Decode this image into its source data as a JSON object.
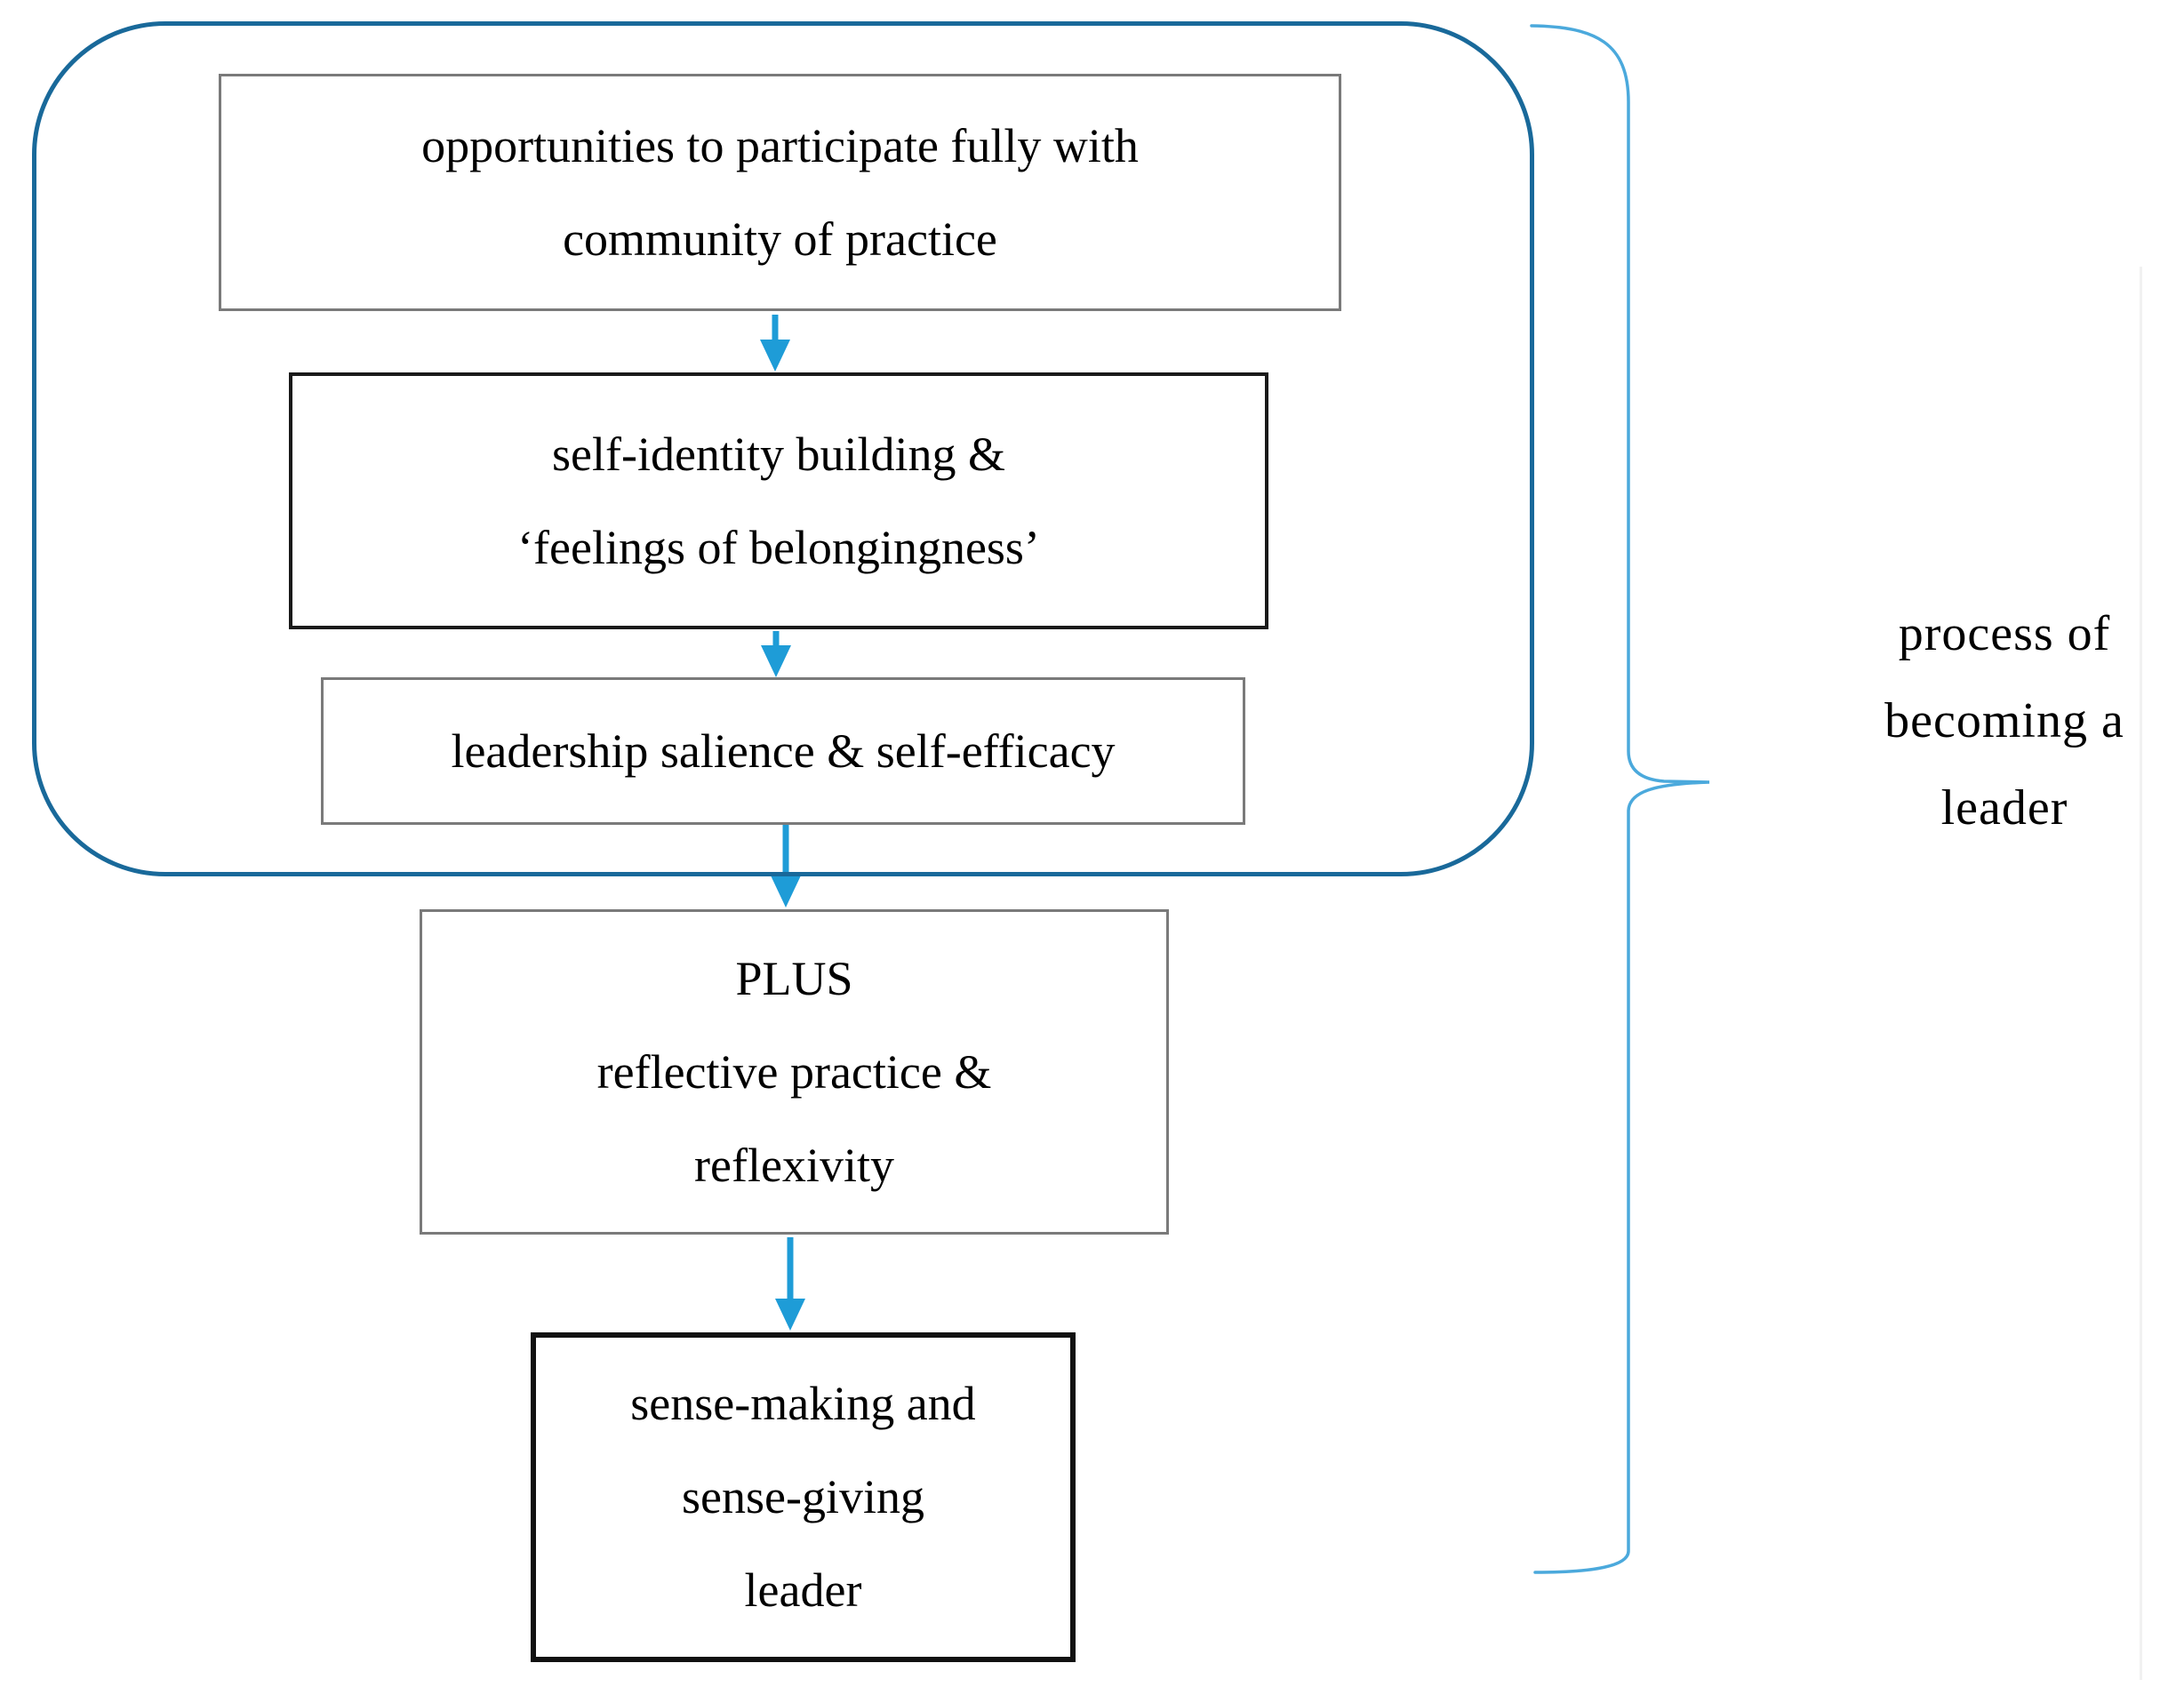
{
  "figure": {
    "boxes": [
      {
        "id": "opportunities",
        "lines": [
          "opportunities to participate fully with",
          "community of practice"
        ]
      },
      {
        "id": "self-identity",
        "lines": [
          "self-identity building &",
          "‘feelings of belongingness’"
        ]
      },
      {
        "id": "leadership-salience",
        "lines": [
          "leadership salience & self-efficacy"
        ]
      },
      {
        "id": "plus-reflective",
        "lines": [
          "PLUS",
          "reflective practice &",
          "reflexivity"
        ]
      },
      {
        "id": "sense-making-leader",
        "lines": [
          "sense-making and",
          "sense-giving",
          "leader"
        ]
      }
    ],
    "brace_label": {
      "lines": [
        "process of",
        "becoming a",
        "leader"
      ]
    },
    "colors": {
      "background": "#ffffff",
      "group_border": "#19699a",
      "arrow": "#1e9cd7",
      "brace": "#4ba9dc",
      "box_border": "#7a7a7a",
      "box_border_dark": "#1a1a1a",
      "box_border_darkest": "#111111",
      "text": "#000000"
    }
  }
}
